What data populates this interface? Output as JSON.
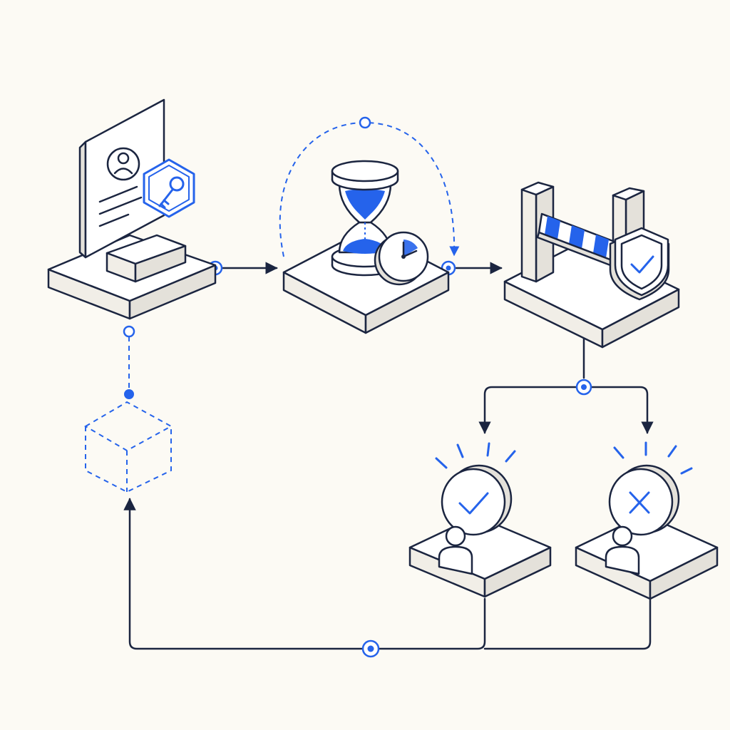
{
  "colors": {
    "background": "#fcfaf4",
    "line": "#1b2540",
    "accent": "#2563eb",
    "surface": "#ffffff"
  },
  "stages": [
    {
      "id": "identity-credential",
      "icons": [
        "document-icon",
        "user-avatar-icon",
        "key-icon",
        "hexagon-badge-icon"
      ]
    },
    {
      "id": "time-delay",
      "icons": [
        "hourglass-icon",
        "clock-icon"
      ]
    },
    {
      "id": "access-gate",
      "icons": [
        "barrier-gate-icon",
        "shield-check-icon"
      ]
    },
    {
      "id": "approved",
      "icons": [
        "check-circle-icon",
        "user-icon"
      ]
    },
    {
      "id": "rejected",
      "icons": [
        "x-circle-icon",
        "user-icon"
      ]
    },
    {
      "id": "pending-placeholder",
      "icons": [
        "dashed-cube-icon"
      ]
    }
  ],
  "connectors": [
    {
      "from": "identity-credential",
      "to": "time-delay",
      "style": "solid"
    },
    {
      "from": "time-delay",
      "to": "time-delay",
      "style": "dashed-loop"
    },
    {
      "from": "time-delay",
      "to": "access-gate",
      "style": "solid"
    },
    {
      "from": "access-gate",
      "to": "approved",
      "style": "solid-branch"
    },
    {
      "from": "access-gate",
      "to": "rejected",
      "style": "solid-branch"
    },
    {
      "from": "approved",
      "to": "pending-placeholder",
      "style": "solid"
    },
    {
      "from": "rejected",
      "to": "pending-placeholder",
      "style": "solid"
    },
    {
      "from": "identity-credential",
      "to": "pending-placeholder",
      "style": "dashed"
    }
  ]
}
